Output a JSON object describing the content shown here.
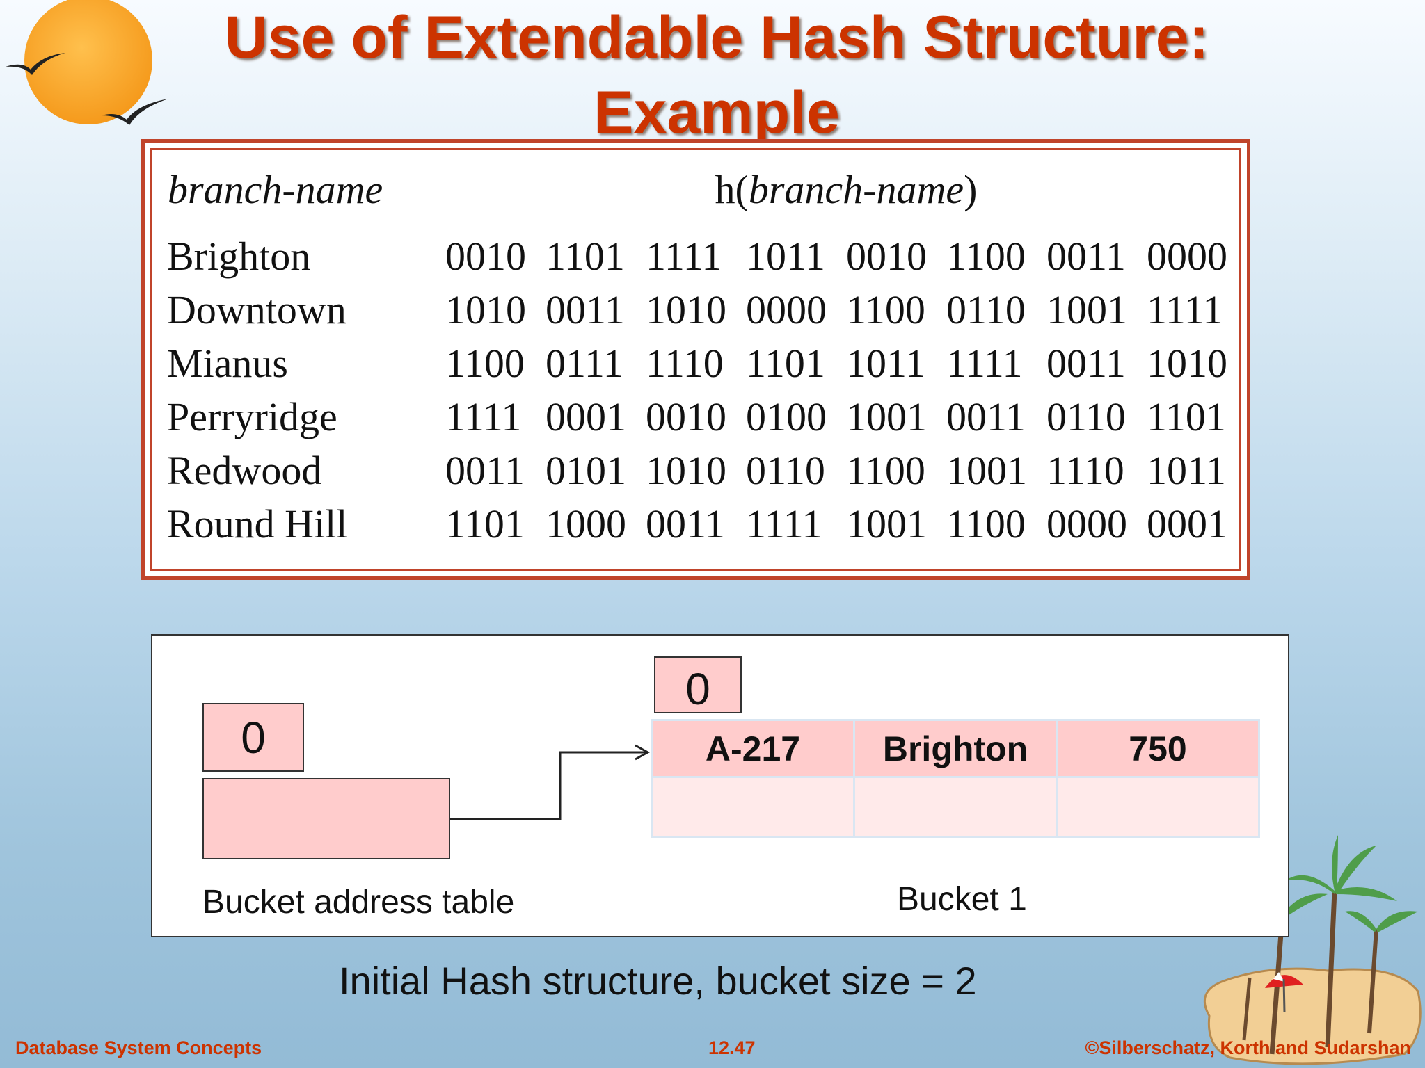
{
  "slide": {
    "title_line1": "Use of Extendable Hash Structure:",
    "title_line2": "Example"
  },
  "hash_table": {
    "header_name": "branch-name",
    "header_func": "h(",
    "header_func_arg": "branch-name",
    "header_func_close": ")",
    "rows": [
      {
        "name": "Brighton",
        "groups": [
          "0010",
          "1101",
          "1111",
          "1011",
          "0010",
          "1100",
          "0011",
          "0000"
        ]
      },
      {
        "name": "Downtown",
        "groups": [
          "1010",
          "0011",
          "1010",
          "0000",
          "1100",
          "0110",
          "1001",
          "1111"
        ]
      },
      {
        "name": "Mianus",
        "groups": [
          "1100",
          "0111",
          "1110",
          "1101",
          "1011",
          "1111",
          "0011",
          "1010"
        ]
      },
      {
        "name": "Perryridge",
        "groups": [
          "1111",
          "0001",
          "0010",
          "0100",
          "1001",
          "0011",
          "0110",
          "1101"
        ]
      },
      {
        "name": "Redwood",
        "groups": [
          "0011",
          "0101",
          "1010",
          "0110",
          "1100",
          "1001",
          "1110",
          "1011"
        ]
      },
      {
        "name": "Round Hill",
        "groups": [
          "1101",
          "1000",
          "0011",
          "1111",
          "1001",
          "1100",
          "0000",
          "0001"
        ]
      }
    ]
  },
  "diagram": {
    "table_depth": "0",
    "bucket_depth": "0",
    "bucket_record": [
      "A-217",
      "Brighton",
      "750"
    ],
    "bucket_address_table_label": "Bucket address table",
    "bucket_label": "Bucket 1"
  },
  "caption": "Initial Hash structure, bucket size = 2",
  "footer": {
    "left": "Database System Concepts",
    "center": "12.47",
    "right": "©Silberschatz, Korth and Sudarshan"
  },
  "colors": {
    "title": "#cc3300",
    "frame": "#c0442b",
    "cell_fill": "#ffcccc",
    "empty_cell_fill": "#ffeaea"
  },
  "icons": [
    "sun-with-birds-icon",
    "palm-tree-island-icon"
  ]
}
